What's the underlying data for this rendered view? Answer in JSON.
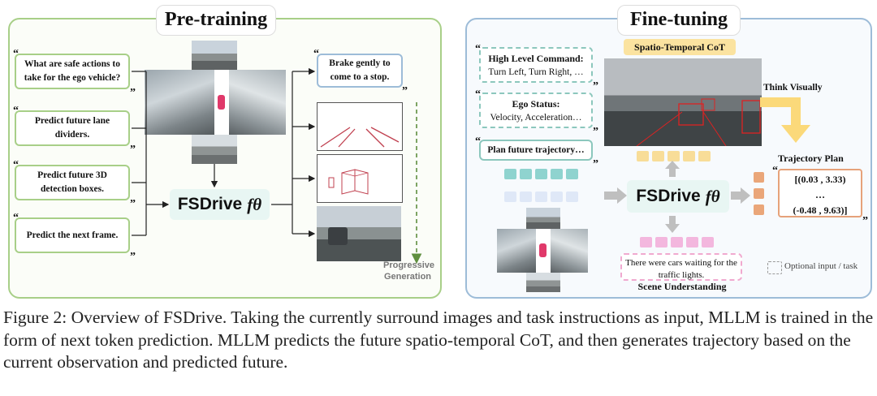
{
  "pretraining": {
    "title": "Pre-training",
    "questions": [
      "What are safe actions to take for the ego vehicle?",
      "Predict future lane dividers.",
      "Predict future 3D detection boxes.",
      "Predict the next frame."
    ],
    "model_name": "FSDrive",
    "model_symbol": "fθ",
    "answer": "Brake gently to come to a stop.",
    "progressive_label_1": "Progressive",
    "progressive_label_2": "Generation"
  },
  "finetuning": {
    "title": "Fine-tuning",
    "cot_label": "Spatio-Temporal CoT",
    "high_level_title": "High Level Command:",
    "high_level_values": "Turn Left, Turn Right, …",
    "ego_title": "Ego Status:",
    "ego_values": "Velocity, Acceleration…",
    "plan_prompt": "Plan future trajectory…",
    "think_visually": "Think Visually",
    "trajectory_title": "Trajectory Plan",
    "traj_line1": "[(0.03 , 3.33)",
    "traj_line2": "…",
    "traj_line3": "(-0.48 , 9.63)]",
    "model_name": "FSDrive",
    "model_symbol": "fθ",
    "scene_text": "There were cars waiting for the traffic lights.",
    "scene_label": "Scene Understanding",
    "legend_label": "Optional input / task"
  },
  "caption": "Figure 2: Overview of FSDrive. Taking the currently surround images and task instructions as input, MLLM is trained in the form of next token prediction. MLLM predicts the future spatio-temporal CoT, and then generates trajectory based on the current observation and predicted future.",
  "colors": {
    "green_border": "#a8cf88",
    "blue_border": "#9dbcd8",
    "teal_token": "#8fd3cf",
    "light_token": "#dfe8f7",
    "yellow_token": "#f8dd98",
    "pink_token": "#f3b7de",
    "orange_token": "#eaa679",
    "arrow_gray": "#bfbfbf"
  }
}
